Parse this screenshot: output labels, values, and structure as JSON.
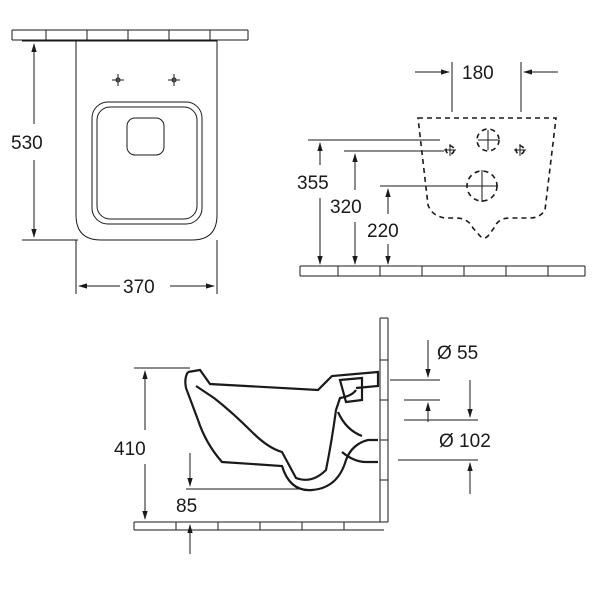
{
  "dimensions": {
    "height_530": "530",
    "width_370": "370",
    "fixing_180": "180",
    "fixing_355": "355",
    "fixing_320": "320",
    "fixing_220": "220",
    "height_410": "410",
    "height_85": "85",
    "diameter_55": "Ø 55",
    "diameter_102": "Ø 102"
  }
}
